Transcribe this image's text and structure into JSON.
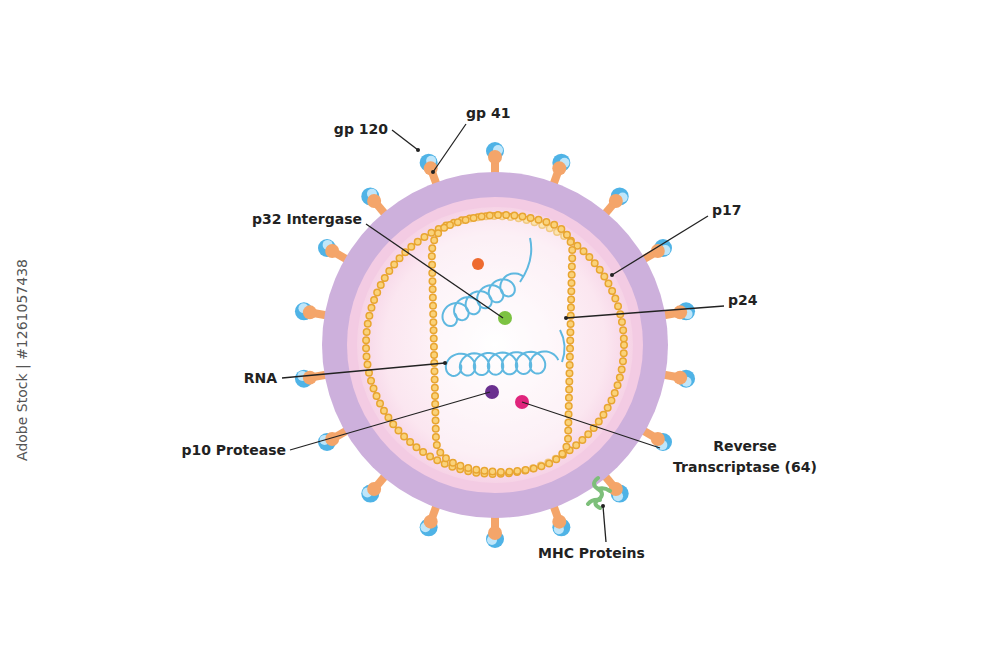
{
  "diagram": {
    "labels": [
      "gp 120",
      "gp 41",
      "p32 Intergase",
      "p17",
      "p24",
      "RNA",
      "p10 Protease",
      "Reverse Transcriptase (64)",
      "MHC Proteins",
      "Adobe Stock | #1261057438"
    ]
  }
}
